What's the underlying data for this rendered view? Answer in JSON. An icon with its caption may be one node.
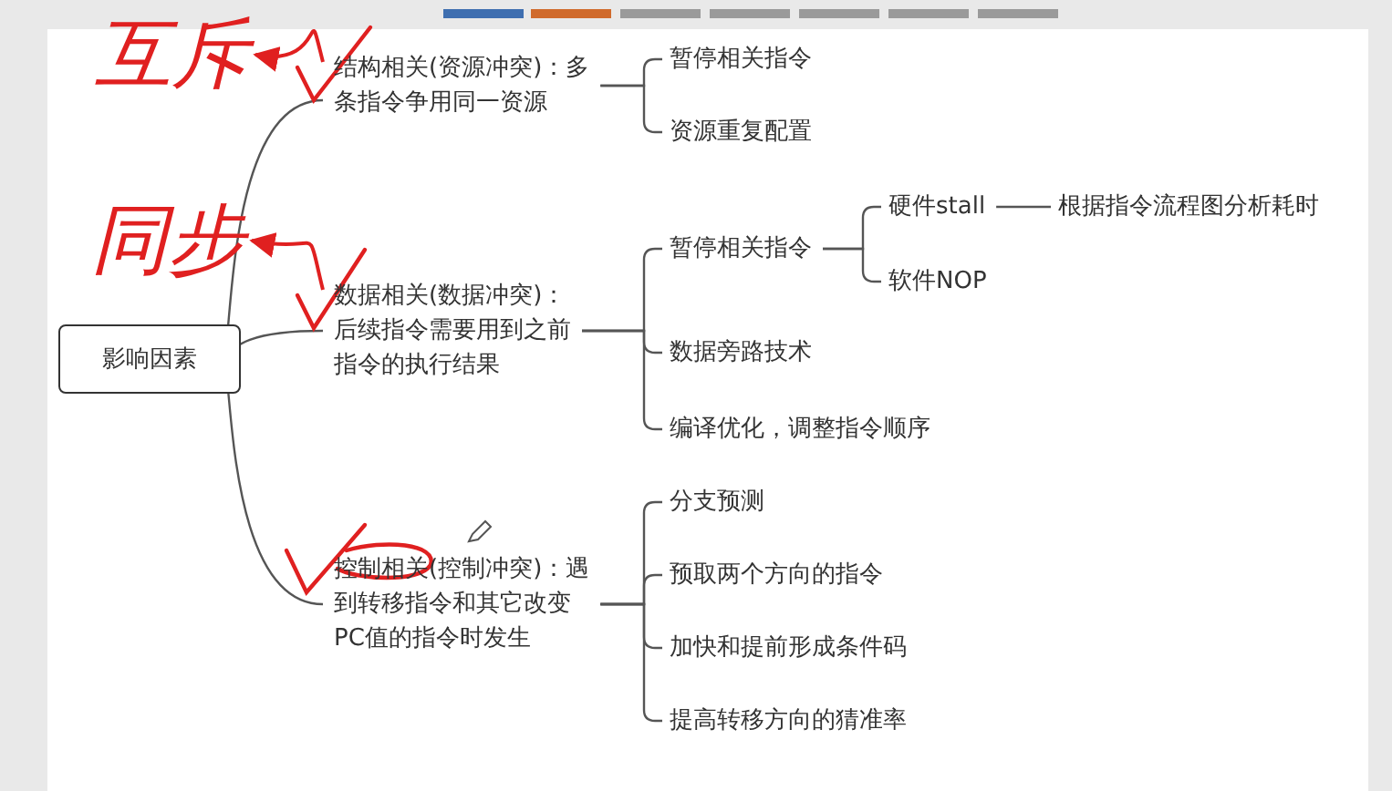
{
  "diagram": {
    "nodes": [
      {
        "text": [
          "影响因素"
        ]
      },
      {
        "text": [
          "结构相关(资源冲突)：多条指令争用同一资源"
        ]
      },
      {
        "text": [
          "暂停相关指令"
        ]
      },
      {
        "text": [
          "资源重复配置"
        ]
      },
      {
        "text": [
          "数据相关(数据冲突)：后续指令需要用到之前指令的执行结果"
        ]
      },
      {
        "text": [
          "暂停相关指令"
        ]
      },
      {
        "text": [
          "硬件stall"
        ]
      },
      {
        "text": [
          "根据指令流程图分析耗时"
        ]
      },
      {
        "text": [
          "软件NOP"
        ]
      },
      {
        "text": [
          "数据旁路技术"
        ]
      },
      {
        "text": [
          "编译优化，调整指令顺序"
        ]
      },
      {
        "text": [
          "控制相关(控制冲突)：遇到转移指令和其它改变PC值的指令时发生"
        ]
      },
      {
        "text": [
          "分支预测"
        ]
      },
      {
        "text": [
          "预取两个方向的指令"
        ]
      },
      {
        "text": [
          "加快和提前形成条件码"
        ]
      },
      {
        "text": [
          "提高转移方向的猜准率"
        ]
      },
      {
        "text": [
          "互斥"
        ]
      },
      {
        "text": [
          "同步"
        ]
      }
    ],
    "edges": [
      {
        "from": 0,
        "to": 1,
        "arrow": "none"
      },
      {
        "from": 0,
        "to": 4,
        "arrow": "none"
      },
      {
        "from": 0,
        "to": 11,
        "arrow": "none"
      },
      {
        "from": 1,
        "to": 2,
        "arrow": "none"
      },
      {
        "from": 1,
        "to": 3,
        "arrow": "none"
      },
      {
        "from": 4,
        "to": 5,
        "arrow": "none"
      },
      {
        "from": 4,
        "to": 9,
        "arrow": "none"
      },
      {
        "from": 4,
        "to": 10,
        "arrow": "none"
      },
      {
        "from": 5,
        "to": 6,
        "arrow": "none"
      },
      {
        "from": 5,
        "to": 8,
        "arrow": "none"
      },
      {
        "from": 6,
        "to": 7,
        "arrow": "none"
      },
      {
        "from": 11,
        "to": 12,
        "arrow": "none"
      },
      {
        "from": 11,
        "to": 13,
        "arrow": "none"
      },
      {
        "from": 11,
        "to": 14,
        "arrow": "none"
      },
      {
        "from": 11,
        "to": 15,
        "arrow": "none"
      },
      {
        "from": 1,
        "to": 16,
        "arrow": "to",
        "color": "#e02020"
      },
      {
        "from": 4,
        "to": 17,
        "arrow": "to",
        "color": "#e02020"
      }
    ]
  }
}
